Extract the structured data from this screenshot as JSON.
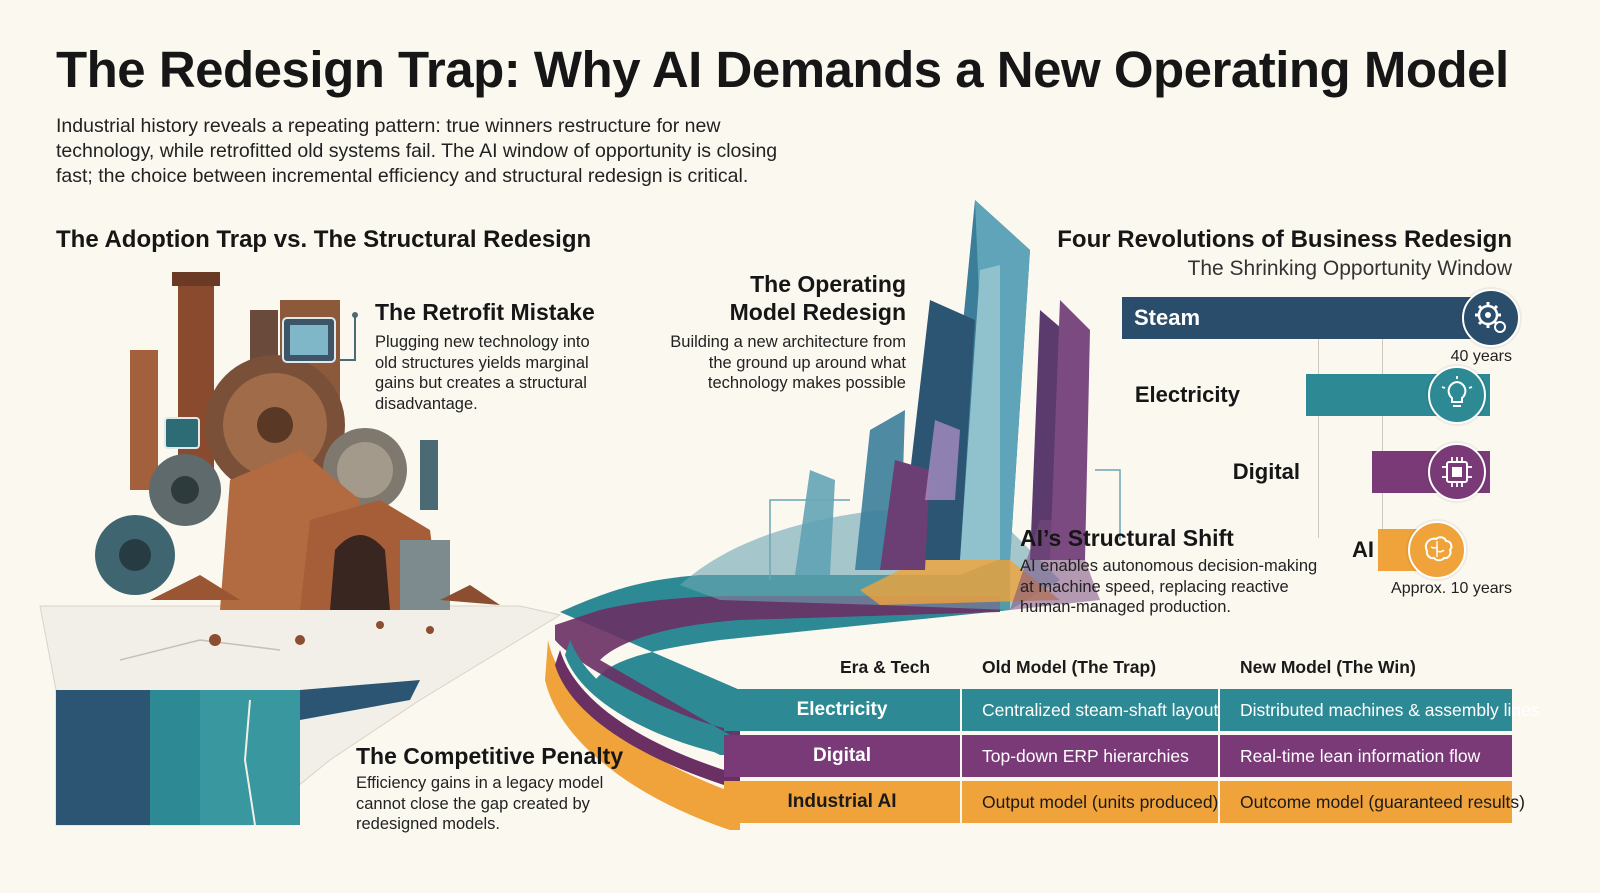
{
  "title": "The Redesign Trap: Why AI Demands a New Operating Model",
  "intro": "Industrial history reveals a repeating pattern: true winners restructure for new technology, while retrofitted old systems fail. The AI window of opportunity is closing fast; the choice between incremental efficiency and structural redesign is critical.",
  "adoption_heading": "The Adoption Trap vs. The Structural Redesign",
  "retrofit": {
    "title": "The Retrofit Mistake",
    "body": "Plugging new technology into old structures yields marginal gains but creates a structural disadvantage."
  },
  "operating": {
    "title_line1": "The Operating",
    "title_line2": "Model Redesign",
    "body": "Building a new architecture from the ground up around what technology makes possible"
  },
  "penalty": {
    "title": "The Competitive Penalty",
    "body": "Efficiency gains in a legacy model cannot close the gap created by redesigned models."
  },
  "ai_shift": {
    "title": "AI’s Structural Shift",
    "body": "AI enables autonomous decision-making at machine speed, replacing reactive human-managed production."
  },
  "revolutions": {
    "heading": "Four Revolutions of Business Redesign",
    "subheading": "The Shrinking Opportunity Window",
    "items": [
      {
        "label": "Steam",
        "icon": "gear-icon",
        "color": "#2a4d6c",
        "window": 1.0
      },
      {
        "label": "Electricity",
        "icon": "lightbulb-icon",
        "color": "#2d8a95",
        "window": 0.5
      },
      {
        "label": "Digital",
        "icon": "chip-icon",
        "color": "#7a3a78",
        "window": 0.32
      },
      {
        "label": "AI",
        "icon": "brain-icon",
        "color": "#f0a33a",
        "window": 0.1
      }
    ],
    "steam_years": "40 years",
    "ai_years": "Approx. 10 years"
  },
  "table": {
    "headers": [
      "Era & Tech",
      "Old Model (The Trap)",
      "New Model (The Win)"
    ],
    "rows": [
      {
        "era": "Electricity",
        "old": "Centralized steam-shaft layout",
        "new": "Distributed machines & assembly lines",
        "color": "#2d8a95"
      },
      {
        "era": "Digital",
        "old": "Top-down ERP hierarchies",
        "new": "Real-time lean information flow",
        "color": "#7a3a78"
      },
      {
        "era": "Industrial AI",
        "old": "Output model (units produced)",
        "new": "Outcome model (guaranteed results)",
        "color": "#f0a33a"
      }
    ]
  },
  "colors": {
    "teal": "#2d8a95",
    "navy": "#2a4d6c",
    "purple": "#7a3a78",
    "orange": "#f0a33a",
    "rust": "#9c5634"
  }
}
